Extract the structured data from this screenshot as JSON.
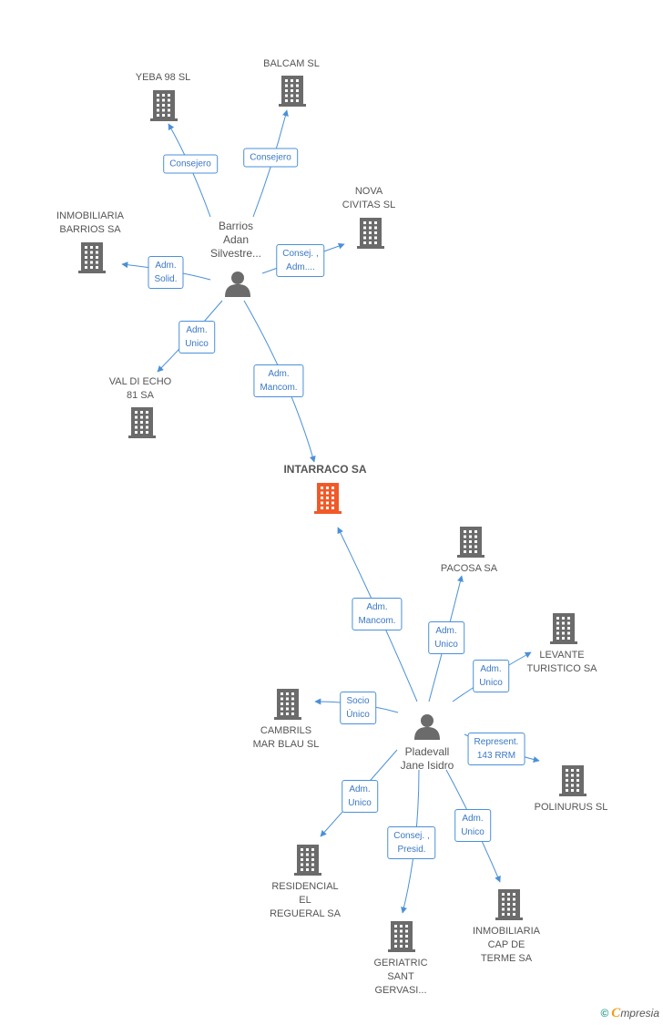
{
  "center": {
    "name": "INTARRACO SA",
    "color": "#f05a28"
  },
  "persons": [
    {
      "id": "barrios",
      "lines": [
        "Barrios",
        "Adan",
        "Silvestre..."
      ]
    },
    {
      "id": "pladevall",
      "lines": [
        "Pladevall",
        "Jane Isidro"
      ]
    }
  ],
  "companies": [
    {
      "id": "yeba",
      "lines": [
        "YEBA 98 SL"
      ]
    },
    {
      "id": "balcam",
      "lines": [
        "BALCAM SL"
      ]
    },
    {
      "id": "nova",
      "lines": [
        "NOVA",
        "CIVITAS  SL"
      ]
    },
    {
      "id": "inmobarrios",
      "lines": [
        "INMOBILIARIA",
        "BARRIOS SA"
      ]
    },
    {
      "id": "valdiecho",
      "lines": [
        "VAL DI ECHO",
        "81 SA"
      ]
    },
    {
      "id": "pacosa",
      "lines": [
        "PACOSA SA"
      ]
    },
    {
      "id": "levante",
      "lines": [
        "LEVANTE",
        "TURISTICO SA"
      ]
    },
    {
      "id": "cambrils",
      "lines": [
        "CAMBRILS",
        "MAR BLAU SL"
      ]
    },
    {
      "id": "polinurus",
      "lines": [
        "POLINURUS SL"
      ]
    },
    {
      "id": "residencial",
      "lines": [
        "RESIDENCIAL",
        "EL",
        "REGUERAL SA"
      ]
    },
    {
      "id": "geriatric",
      "lines": [
        "GERIATRIC",
        "SANT",
        "GERVASI..."
      ]
    },
    {
      "id": "inmocap",
      "lines": [
        "INMOBILIARIA",
        "CAP DE",
        "TERME SA"
      ]
    }
  ],
  "edges": [
    {
      "id": "e1",
      "lines": [
        "Consejero"
      ]
    },
    {
      "id": "e2",
      "lines": [
        "Consejero"
      ]
    },
    {
      "id": "e3",
      "lines": [
        "Consej. ,",
        "Adm...."
      ]
    },
    {
      "id": "e4",
      "lines": [
        "Adm.",
        "Solid."
      ]
    },
    {
      "id": "e5",
      "lines": [
        "Adm.",
        "Unico"
      ]
    },
    {
      "id": "e6",
      "lines": [
        "Adm.",
        "Mancom."
      ]
    },
    {
      "id": "e7",
      "lines": [
        "Adm.",
        "Mancom."
      ]
    },
    {
      "id": "e8",
      "lines": [
        "Adm.",
        "Unico"
      ]
    },
    {
      "id": "e9",
      "lines": [
        "Adm.",
        "Unico"
      ]
    },
    {
      "id": "e10",
      "lines": [
        "Socio",
        "Único"
      ]
    },
    {
      "id": "e11",
      "lines": [
        "Represent.",
        "143 RRM"
      ]
    },
    {
      "id": "e12",
      "lines": [
        "Adm.",
        "Unico"
      ]
    },
    {
      "id": "e13",
      "lines": [
        "Consej. ,",
        "Presid."
      ]
    },
    {
      "id": "e14",
      "lines": [
        "Adm.",
        "Unico"
      ]
    }
  ],
  "colors": {
    "building": "#6b6b6b",
    "edge": "#4a90d9"
  },
  "footer": {
    "copyright": "©",
    "brand_initial": "C",
    "brand_rest": "mpresia"
  }
}
